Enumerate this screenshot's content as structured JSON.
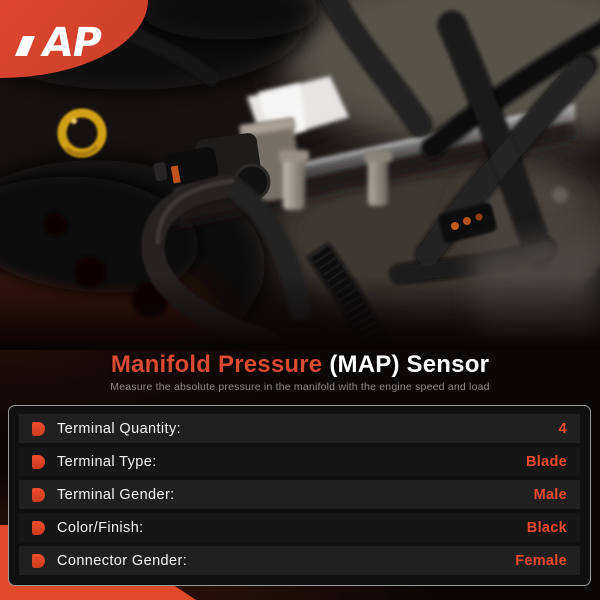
{
  "logo": {
    "text": "AP"
  },
  "header": {
    "title_highlight": "Manifold Pressure",
    "title_rest": "(MAP) Sensor",
    "subtitle": "Measure the absolute pressure in the manifold with the engine speed and load"
  },
  "specs": {
    "rows": [
      {
        "label": "Terminal Quantity:",
        "value": "4"
      },
      {
        "label": "Terminal Type:",
        "value": "Blade"
      },
      {
        "label": "Terminal Gender:",
        "value": "Male"
      },
      {
        "label": "Color/Finish:",
        "value": "Black"
      },
      {
        "label": "Connector Gender:",
        "value": "Female"
      }
    ]
  },
  "colors": {
    "accent_orange": "#e8432c",
    "title_orange": "#d84a31",
    "logo_background": "#d5402b",
    "row_light": "#202020",
    "row_dark": "#161616",
    "panel_border": "#989898",
    "value_text": "#ef4a2e",
    "dipstick_yellow": "#d2a013"
  }
}
